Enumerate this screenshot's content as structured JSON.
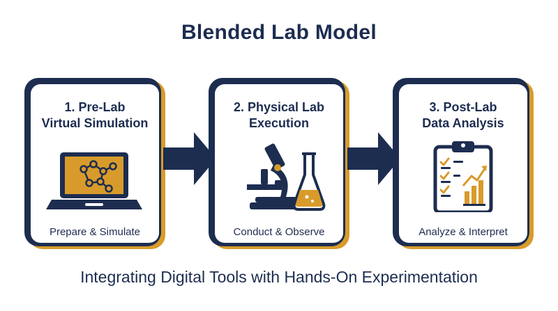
{
  "title": "Blended Lab Model",
  "subtitle": "Integrating Digital Tools with Hands-On Experimentation",
  "colors": {
    "navy": "#1d2d50",
    "gold": "#d89b2b",
    "white": "#ffffff"
  },
  "steps": [
    {
      "title_line1": "1. Pre-Lab",
      "title_line2": "Virtual Simulation",
      "caption": "Prepare & Simulate",
      "icon": "laptop-molecule-icon"
    },
    {
      "title_line1": "2. Physical Lab",
      "title_line2": "Execution",
      "caption": "Conduct & Observe",
      "icon": "microscope-flask-icon"
    },
    {
      "title_line1": "3. Post-Lab",
      "title_line2": "Data Analysis",
      "caption": "Analyze & Interpret",
      "icon": "clipboard-chart-icon"
    }
  ]
}
